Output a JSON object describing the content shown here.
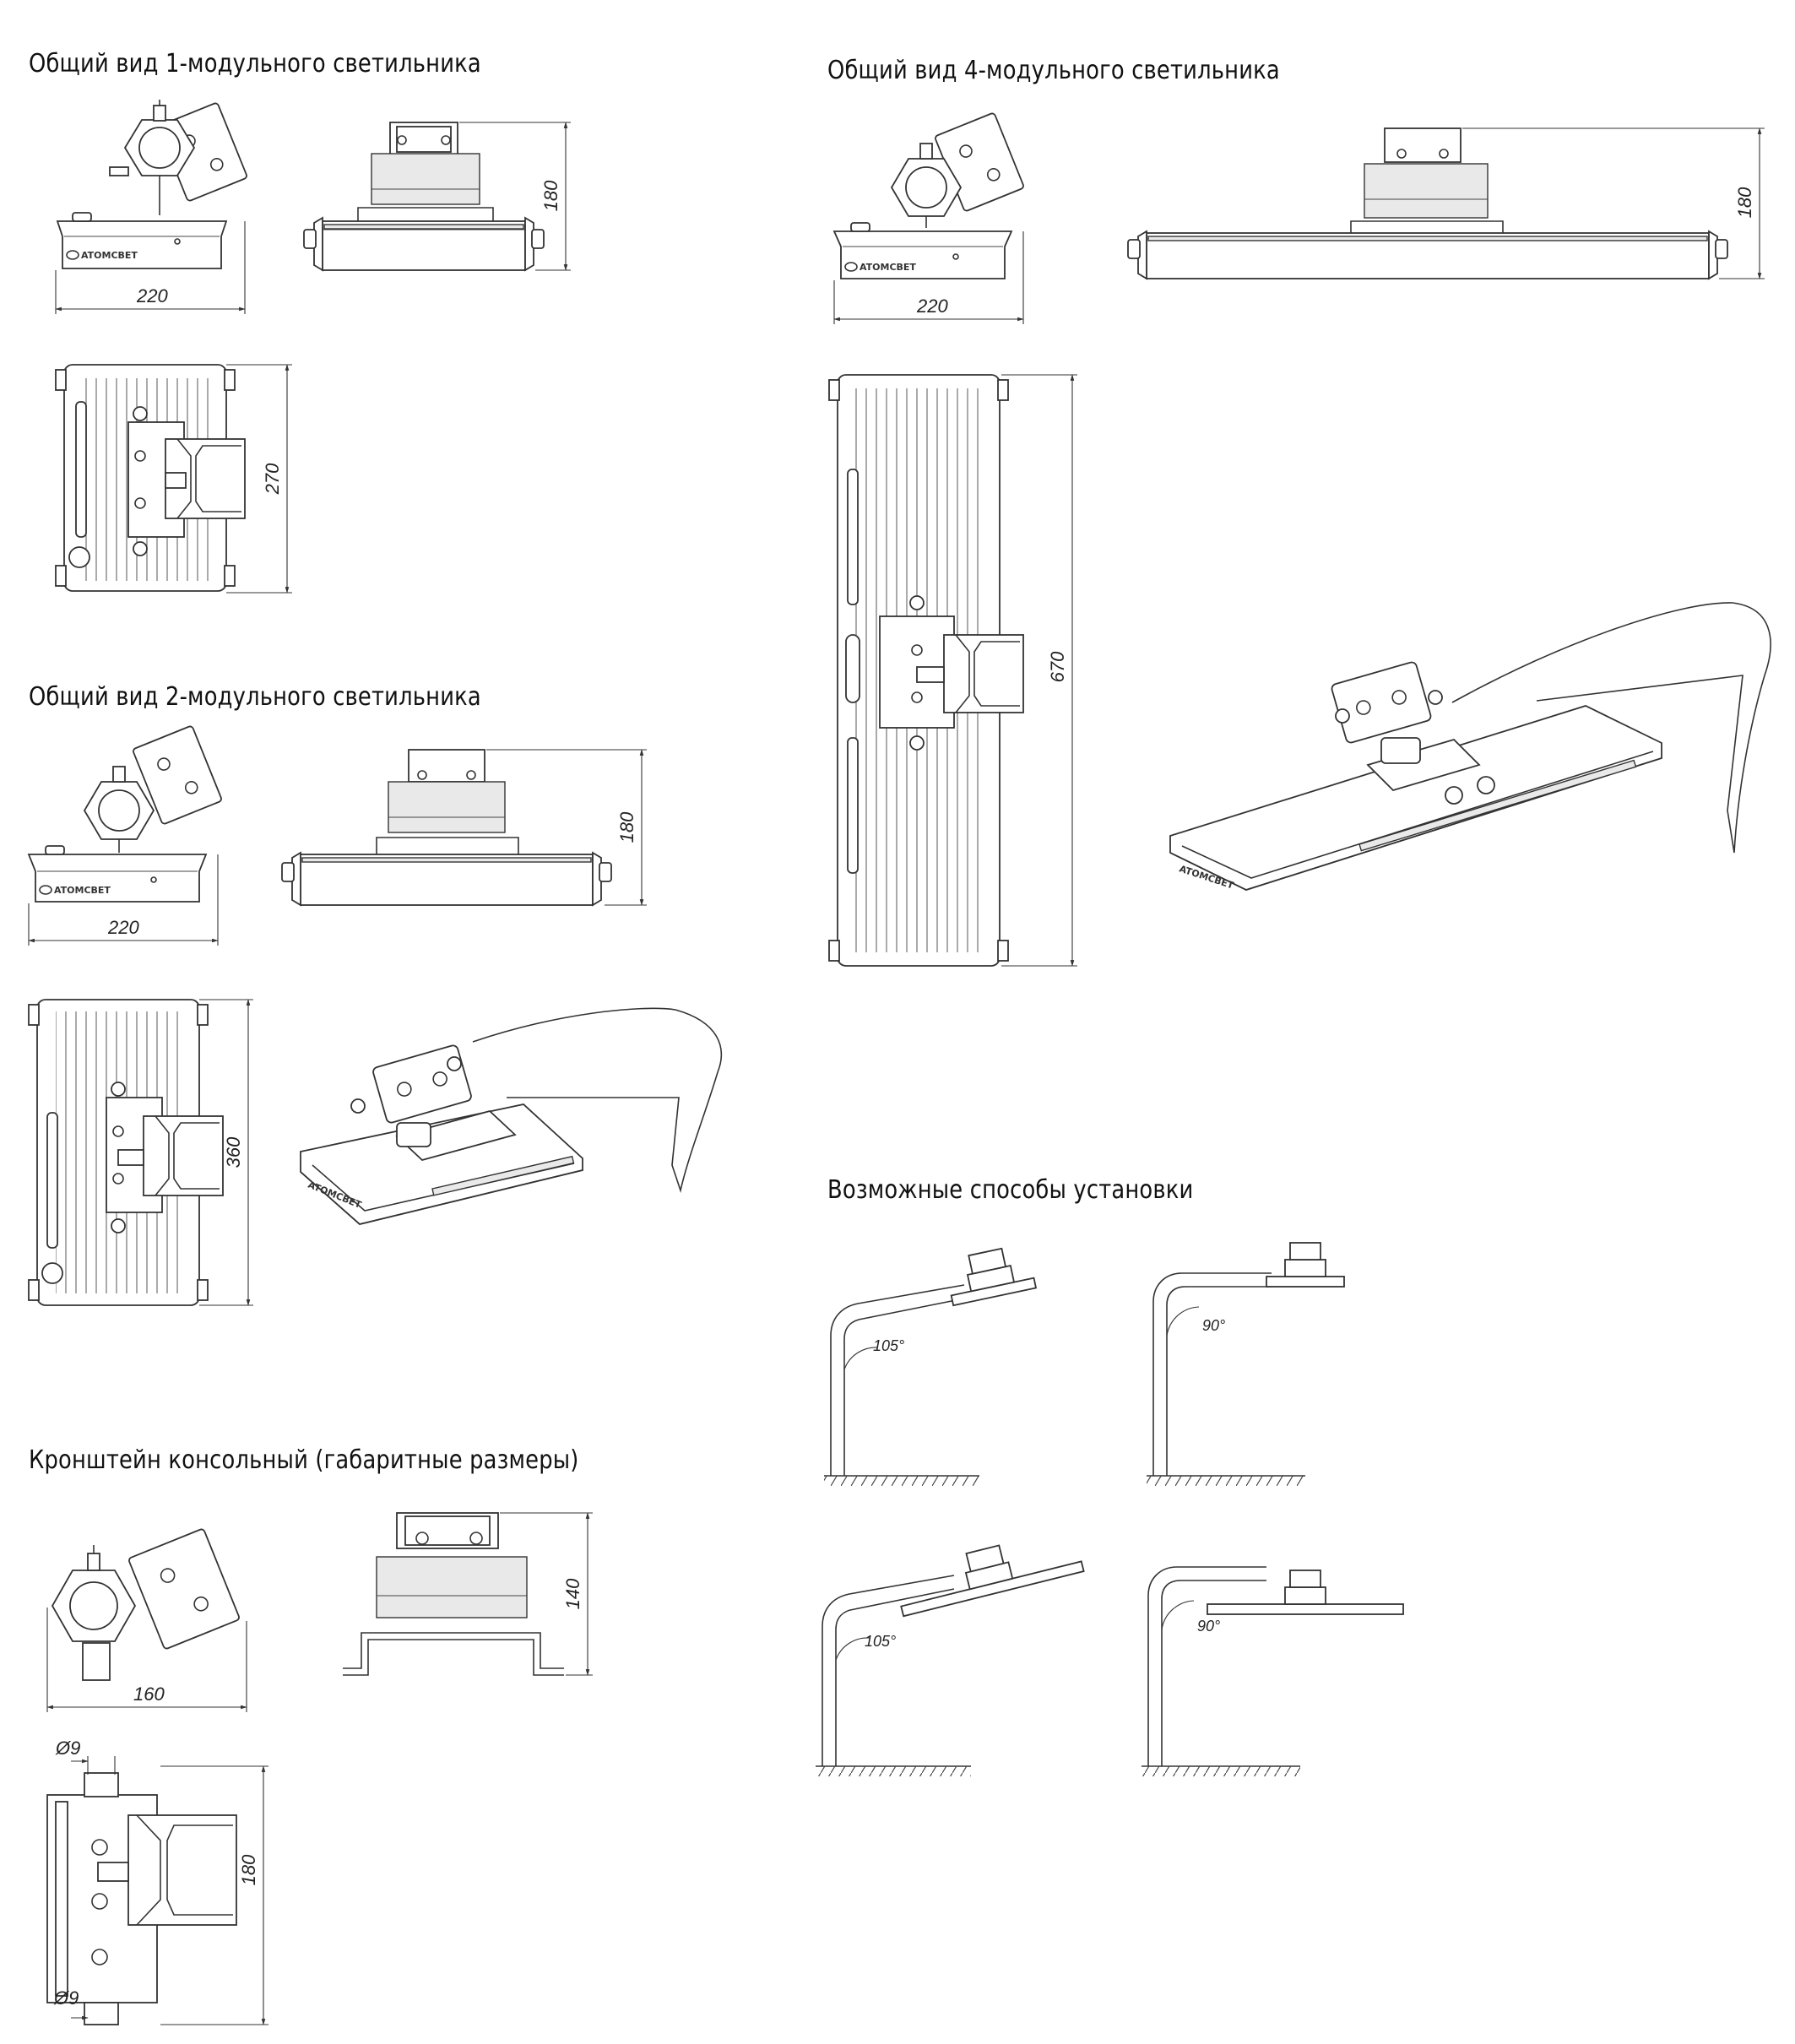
{
  "headings": {
    "one_module": "Общий вид 1-модульного светильника",
    "four_module": "Общий вид 4-модульного светильника",
    "two_module": "Общий вид 2-модульного светильника",
    "bracket": "Кронштейн консольный (габаритные размеры)",
    "mounting": "Возможные способы установки"
  },
  "dimensions": {
    "one_module": {
      "width": "220",
      "height": "180",
      "length": "270"
    },
    "four_module": {
      "width": "220",
      "height": "180",
      "length": "670"
    },
    "two_module": {
      "width": "220",
      "height": "180",
      "length": "360"
    },
    "bracket": {
      "width": "160",
      "height": "140",
      "depth": "180",
      "hole_top": "Ø9",
      "hole_bottom": "Ø9"
    }
  },
  "mounting_angles": [
    "105°",
    "90°",
    "105°",
    "90°"
  ],
  "logo_text": "ATOMCBET"
}
